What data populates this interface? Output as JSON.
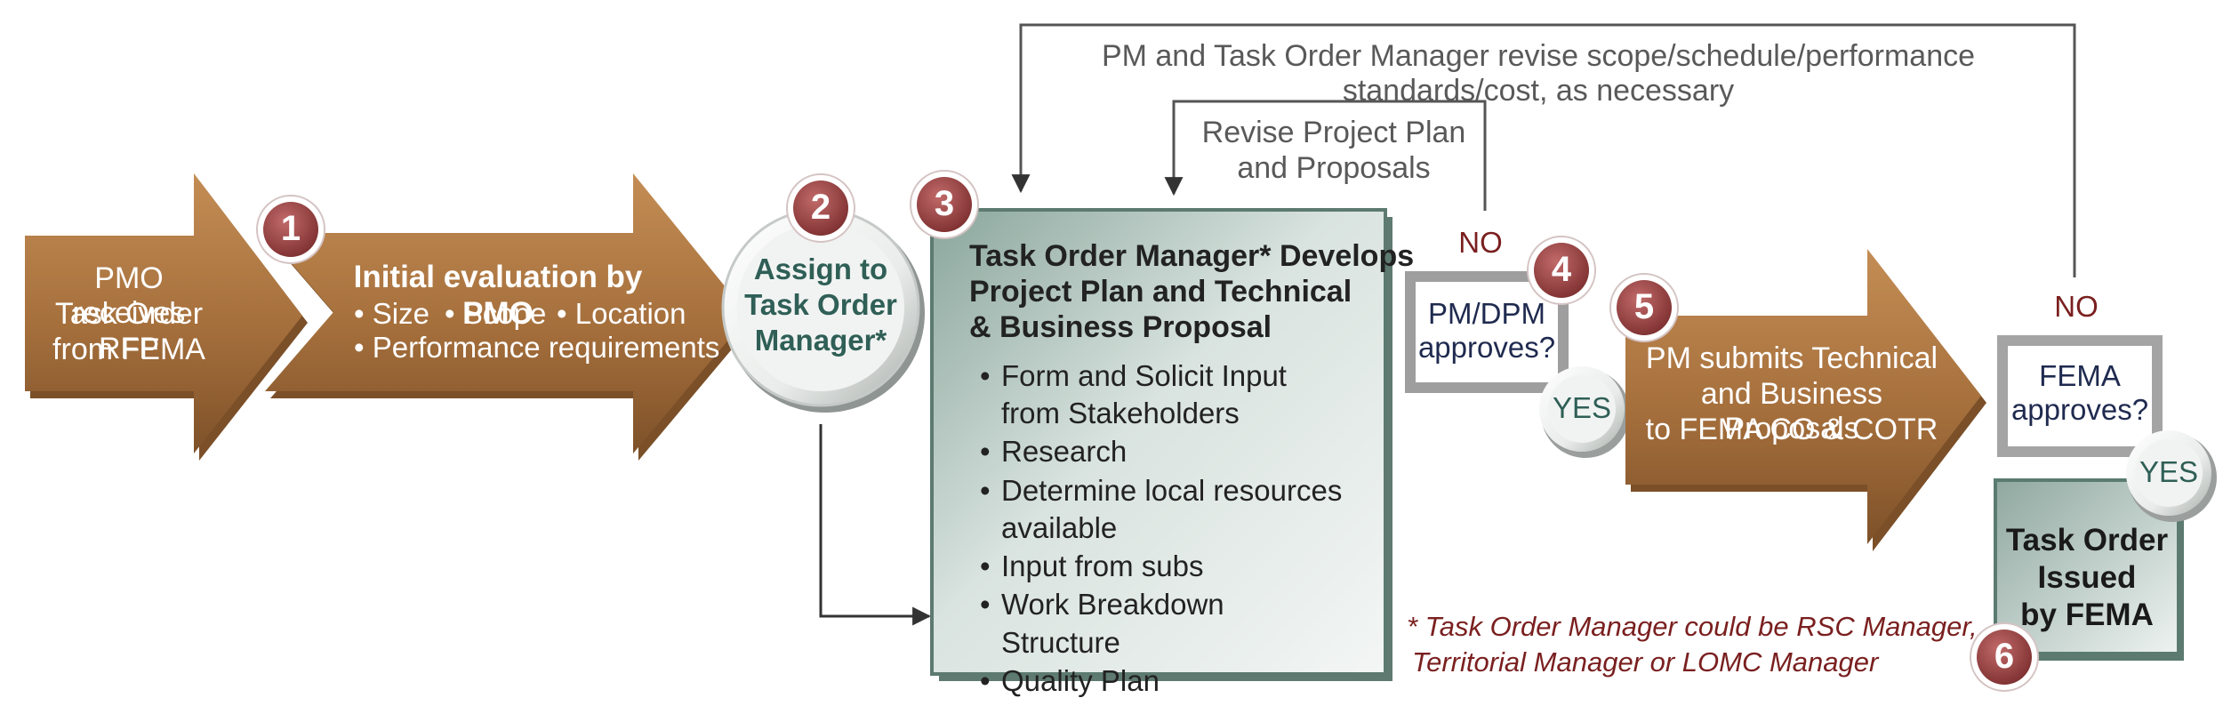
{
  "colors": {
    "arrow": "#b07a45",
    "circle": "#e8ecea",
    "task_box": "#9fb6ae",
    "number_badge": "#8a3a3a",
    "note": "#7a1f1f"
  },
  "loops": {
    "outer": "PM and Task Order Manager revise scope/schedule/performance standards/cost, as necessary",
    "inner_line1": "Revise Project Plan",
    "inner_line2": "and Proposals"
  },
  "steps": {
    "start": {
      "line1": "PMO receives",
      "line2": "Task Order RFP",
      "line3": "from FEMA"
    },
    "s1": {
      "number": "1",
      "title": "Initial evaluation by PMO",
      "b1": "Size",
      "b2": "Scope",
      "b3": "Location",
      "b4": "Performance requirements"
    },
    "s2": {
      "number": "2",
      "line1": "Assign to",
      "line2": "Task Order",
      "line3": "Manager*"
    },
    "s3": {
      "number": "3",
      "title_line1": "Task Order Manager* Develops",
      "title_line2": "Project Plan and Technical",
      "title_line3": "& Business Proposal",
      "items": [
        "Form and Solicit Input from Stakeholders",
        "Research",
        "Determine local resources available",
        "Input from subs",
        "Work Breakdown Structure",
        "Quality Plan"
      ]
    },
    "s4": {
      "number": "4",
      "line1": "PM/DPM",
      "line2": "approves?",
      "no": "NO",
      "yes": "YES"
    },
    "s5": {
      "number": "5",
      "line1": "PM submits Technical",
      "line2": "and Business Proposals",
      "line3": "to FEMA CO & COTR"
    },
    "s5b": {
      "line1": "FEMA",
      "line2": "approves?",
      "no": "NO",
      "yes": "YES"
    },
    "s6": {
      "number": "6",
      "line1": "Task Order",
      "line2": "Issued",
      "line3": "by FEMA"
    }
  },
  "note": {
    "line1": "* Task Order Manager could be RSC Manager,",
    "line2": "Territorial Manager or LOMC Manager"
  }
}
